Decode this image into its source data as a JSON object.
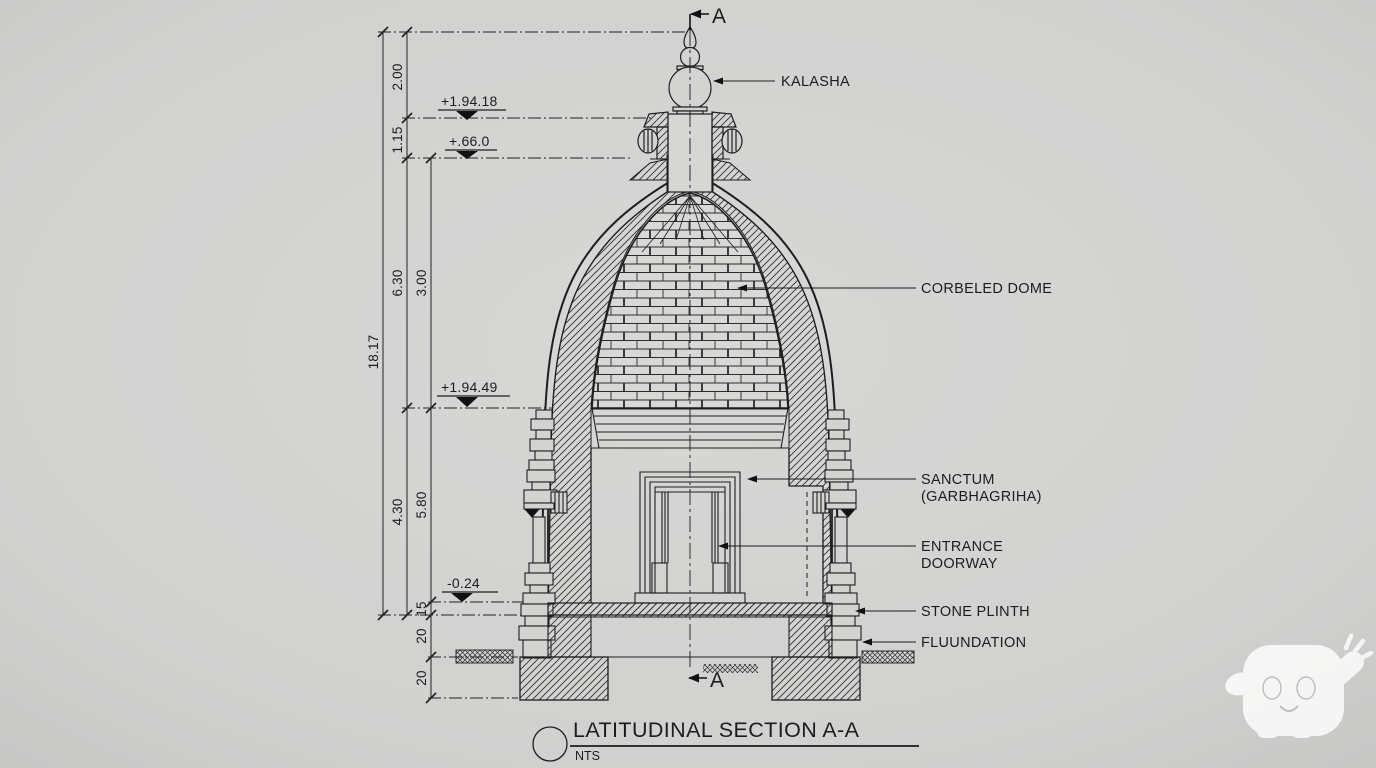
{
  "drawing": {
    "section_marker_top": "A",
    "section_marker_bottom": "A",
    "title": "LATITUDINAL SECTION A-A",
    "scale": "NTS",
    "dimensions": {
      "total_height": "18.17",
      "finial": "2.00",
      "kalasha_base": "1.15",
      "shikhara": "6.30",
      "dome": "3.00",
      "wall_zone": "4.30",
      "sanctum_height": "5.80",
      "plinth_band": "15",
      "plinth": "20",
      "foundation_depth": "20"
    },
    "levels": {
      "finial_base": "+1.94.18",
      "shikhara_apex": "+.66.0",
      "dome_springing": "+1.94.49",
      "plinth_top": "-0.24"
    },
    "labels": {
      "kalasha": "KALASHA",
      "corbeled_dome": "CORBELED DOME",
      "sanctum_line1": "SANCTUM",
      "sanctum_line2": "(GARBHAGRIHA)",
      "entrance_line1": "ENTRANCE",
      "entrance_line2": "DOORWAY",
      "stone_plinth": "STONE PLINTH",
      "foundation": "FLUUNDATION"
    }
  }
}
